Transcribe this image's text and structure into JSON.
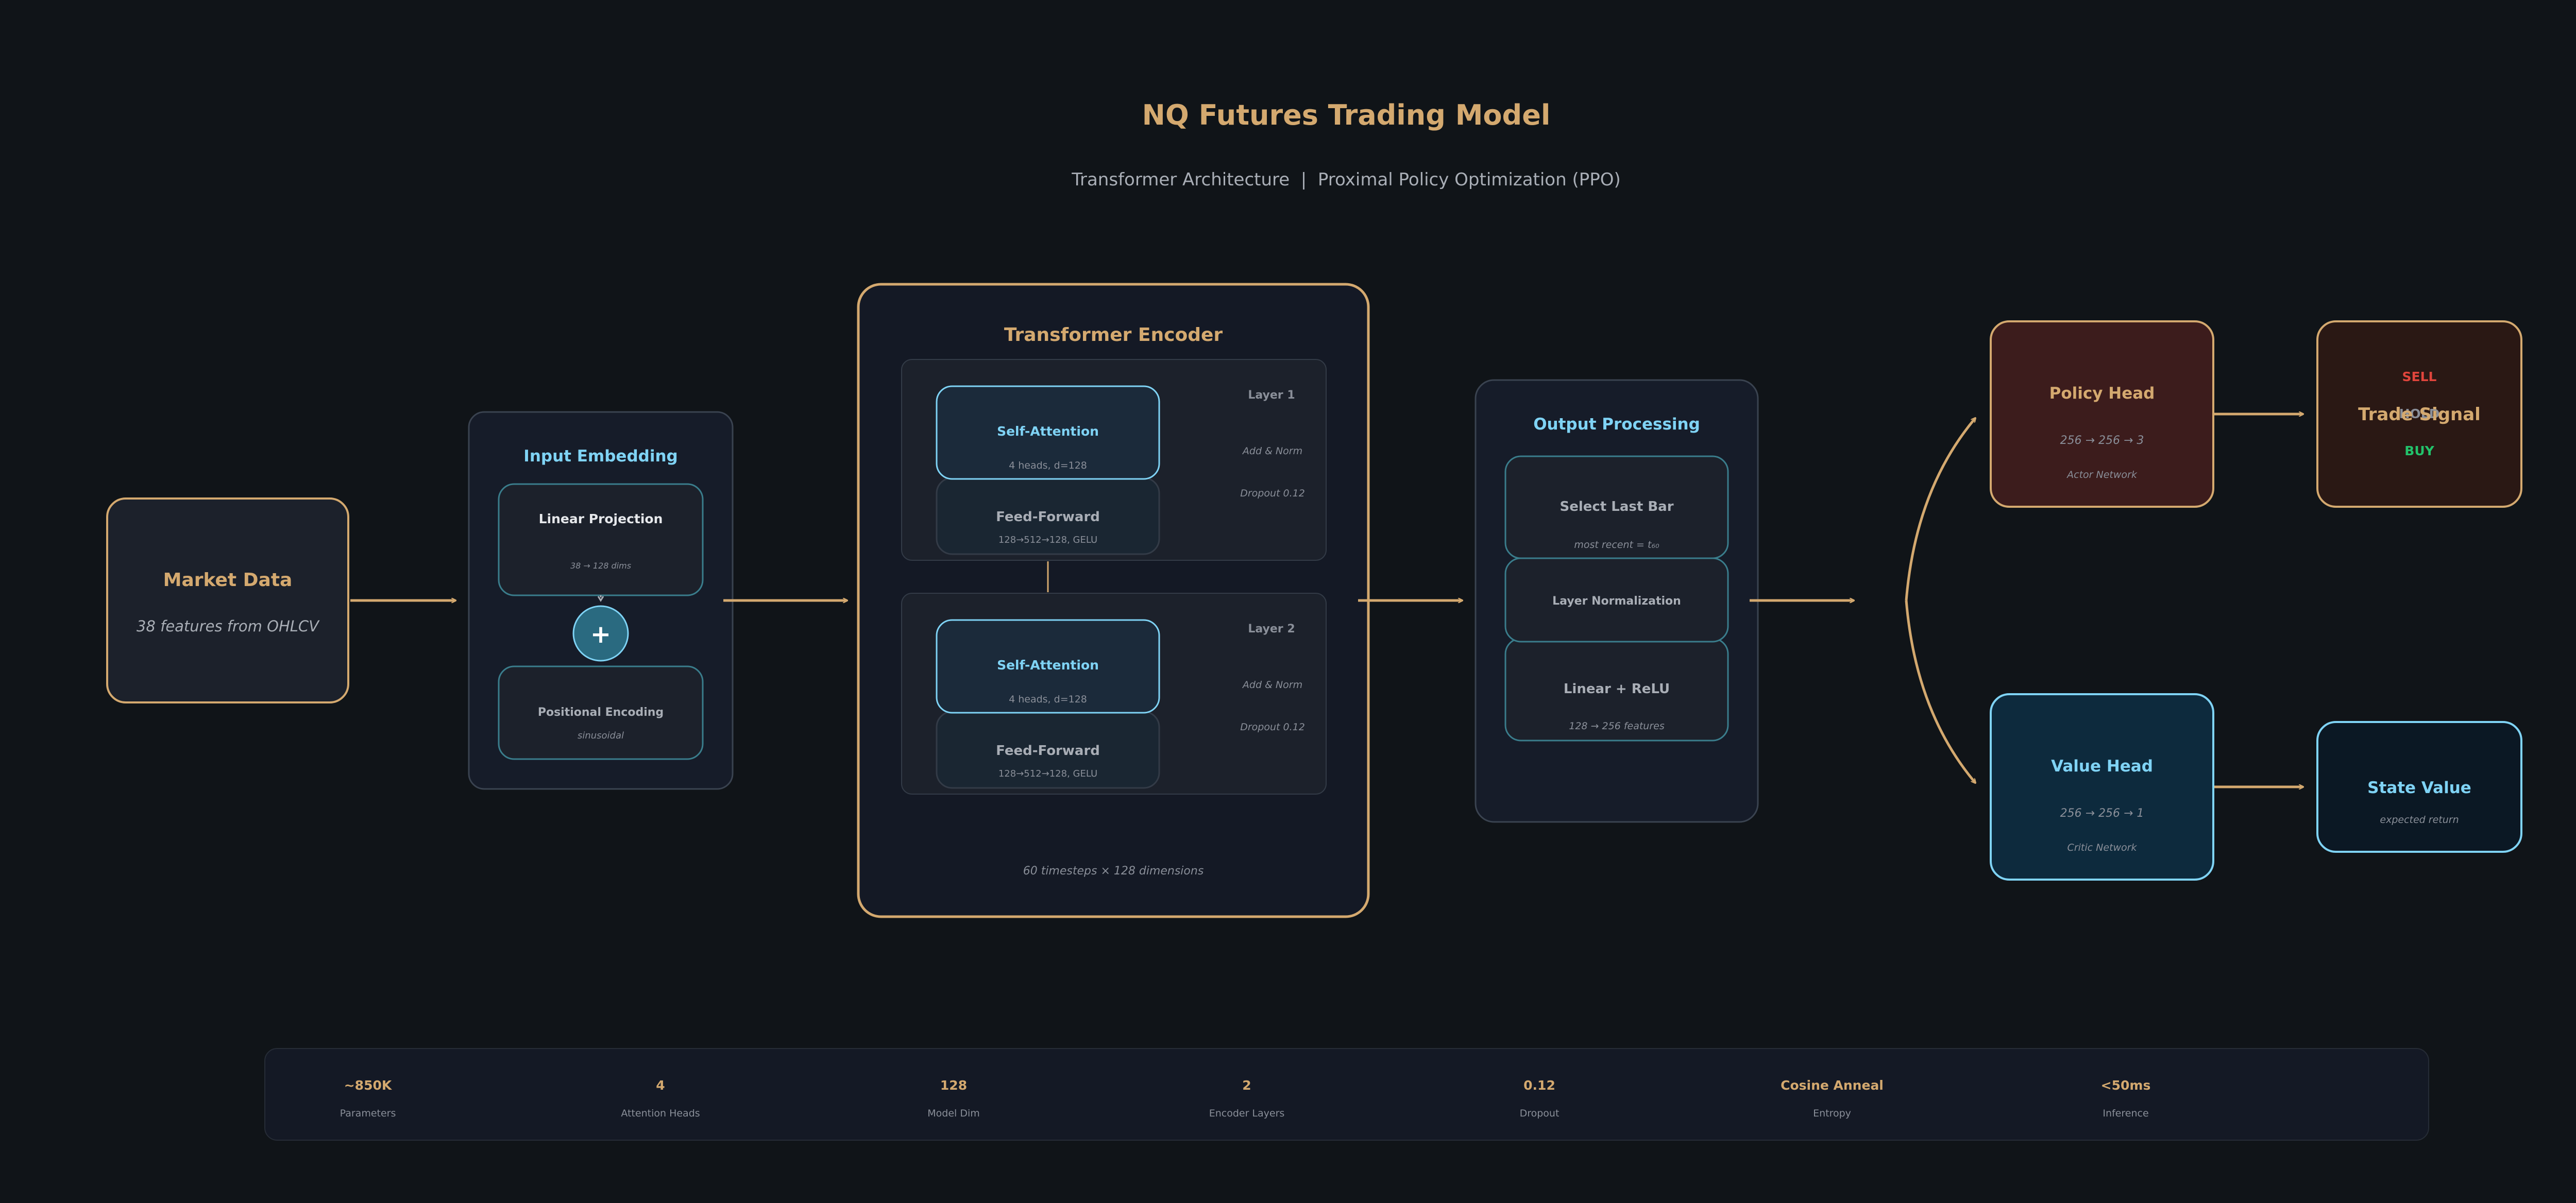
{
  "header": {
    "title": "NQ Futures Trading Model",
    "subtitle": "Transformer Architecture  |  Proximal Policy Optimization (PPO)"
  },
  "market_data": {
    "title": "Market Data",
    "desc": "38 features from OHLCV"
  },
  "embedding": {
    "title": "Input Embedding",
    "linear_title": "Linear Projection",
    "linear_sub": "38 → 128 dims",
    "plus": "+",
    "pos_title": "Positional Encoding",
    "pos_sub": "sinusoidal"
  },
  "encoder": {
    "title": "Transformer Encoder",
    "footer": "60 timesteps × 128 dimensions",
    "layers": [
      {
        "label": "Layer 1",
        "attn_title": "Self-Attention",
        "attn_sub": "4 heads, d=128",
        "ff_title": "Feed-Forward",
        "ff_sub": "128→512→128, GELU",
        "norm": "Add & Norm",
        "dropout": "Dropout 0.12"
      },
      {
        "label": "Layer 2",
        "attn_title": "Self-Attention",
        "attn_sub": "4 heads, d=128",
        "ff_title": "Feed-Forward",
        "ff_sub": "128→512→128, GELU",
        "norm": "Add & Norm",
        "dropout": "Dropout 0.12"
      }
    ]
  },
  "output": {
    "title": "Output Processing",
    "select_title": "Select Last Bar",
    "select_sub": "most recent = t₆₀",
    "norm_title": "Layer Normalization",
    "linear_title": "Linear + ReLU",
    "linear_sub": "128 → 256 features"
  },
  "policy": {
    "title": "Policy Head",
    "dims": "256 → 256 → 3",
    "network": "Actor Network"
  },
  "value": {
    "title": "Value Head",
    "dims": "256 → 256 → 1",
    "network": "Critic Network"
  },
  "trade": {
    "title": "Trade Signal",
    "sell": "SELL",
    "hold": "HOLD",
    "buy": "BUY"
  },
  "state": {
    "title": "State Value",
    "desc": "expected return"
  },
  "stats": [
    {
      "value": "~850K",
      "label": "Parameters"
    },
    {
      "value": "4",
      "label": "Attention Heads"
    },
    {
      "value": "128",
      "label": "Model Dim"
    },
    {
      "value": "2",
      "label": "Encoder Layers"
    },
    {
      "value": "0.12",
      "label": "Dropout"
    },
    {
      "value": "Cosine Anneal",
      "label": "Entropy"
    },
    {
      "value": "<50ms",
      "label": "Inference"
    }
  ],
  "colors": {
    "background": "#101418",
    "gold": "#d4a96f",
    "cyan": "#7fd3f5",
    "teal": "#3a7d8c",
    "sell": "#e0453c",
    "hold": "#8a8f99",
    "buy": "#22c26b",
    "muted_text": "#8a8f99",
    "light_text": "#c8ccd2"
  }
}
